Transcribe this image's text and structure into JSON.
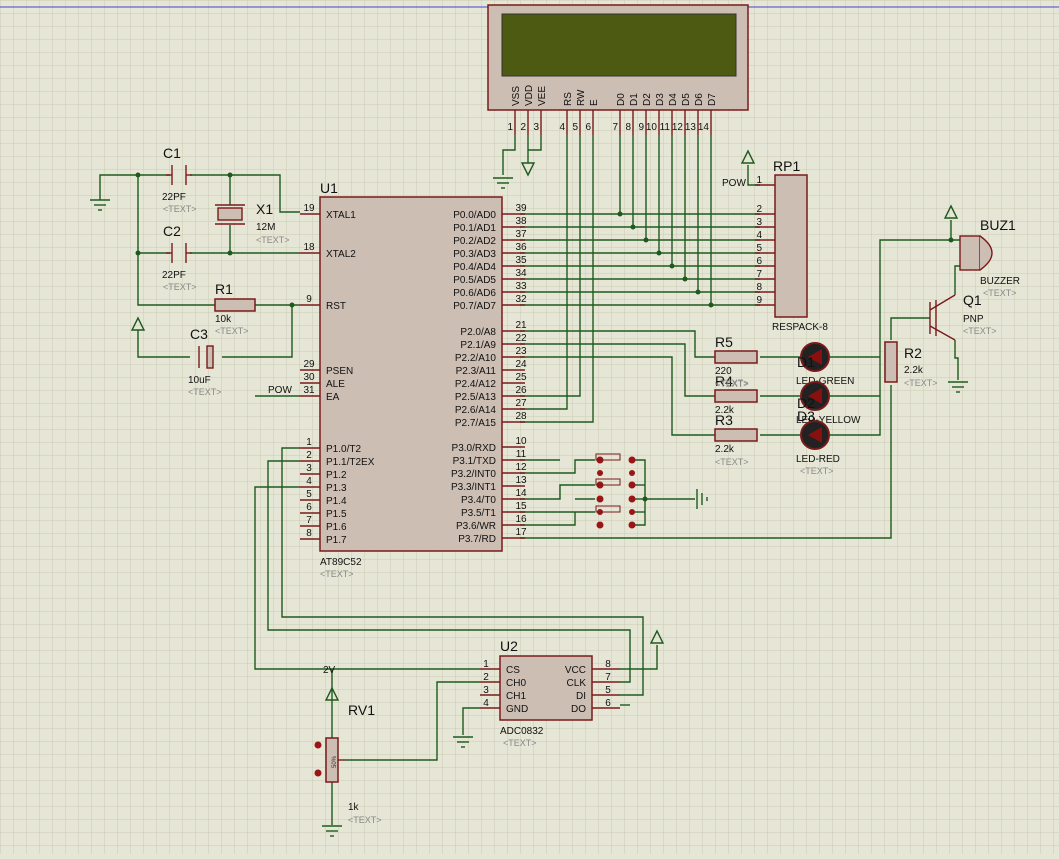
{
  "placeholder": "<TEXT>",
  "lcd": {
    "pins": [
      "VSS",
      "VDD",
      "VEE",
      "RS",
      "RW",
      "E",
      "D0",
      "D1",
      "D2",
      "D3",
      "D4",
      "D5",
      "D6",
      "D7"
    ],
    "pin_numbers": [
      "1",
      "2",
      "3",
      "4",
      "5",
      "6",
      "7",
      "8",
      "9",
      "10",
      "11",
      "12",
      "13",
      "14"
    ]
  },
  "c1": {
    "ref": "C1",
    "value": "22PF"
  },
  "c2": {
    "ref": "C2",
    "value": "22PF"
  },
  "c3": {
    "ref": "C3",
    "value": "10uF"
  },
  "x1": {
    "ref": "X1",
    "value": "12M"
  },
  "r1": {
    "ref": "R1",
    "value": "10k"
  },
  "u1": {
    "ref": "U1",
    "part": "AT89C52",
    "left_pins": [
      {
        "num": "19",
        "name": "XTAL1"
      },
      {
        "num": "18",
        "name": "XTAL2"
      },
      {
        "num": "9",
        "name": "RST"
      },
      {
        "num": "29",
        "name": "PSEN"
      },
      {
        "num": "30",
        "name": "ALE"
      },
      {
        "num": "31",
        "name": "EA"
      },
      {
        "num": "1",
        "name": "P1.0/T2"
      },
      {
        "num": "2",
        "name": "P1.1/T2EX"
      },
      {
        "num": "3",
        "name": "P1.2"
      },
      {
        "num": "4",
        "name": "P1.3"
      },
      {
        "num": "5",
        "name": "P1.4"
      },
      {
        "num": "6",
        "name": "P1.5"
      },
      {
        "num": "7",
        "name": "P1.6"
      },
      {
        "num": "8",
        "name": "P1.7"
      }
    ],
    "right_pins": [
      {
        "num": "39",
        "name": "P0.0/AD0"
      },
      {
        "num": "38",
        "name": "P0.1/AD1"
      },
      {
        "num": "37",
        "name": "P0.2/AD2"
      },
      {
        "num": "36",
        "name": "P0.3/AD3"
      },
      {
        "num": "35",
        "name": "P0.4/AD4"
      },
      {
        "num": "34",
        "name": "P0.5/AD5"
      },
      {
        "num": "33",
        "name": "P0.6/AD6"
      },
      {
        "num": "32",
        "name": "P0.7/AD7"
      },
      {
        "num": "21",
        "name": "P2.0/A8"
      },
      {
        "num": "22",
        "name": "P2.1/A9"
      },
      {
        "num": "23",
        "name": "P2.2/A10"
      },
      {
        "num": "24",
        "name": "P2.3/A11"
      },
      {
        "num": "25",
        "name": "P2.4/A12"
      },
      {
        "num": "26",
        "name": "P2.5/A13"
      },
      {
        "num": "27",
        "name": "P2.6/A14"
      },
      {
        "num": "28",
        "name": "P2.7/A15"
      },
      {
        "num": "10",
        "name": "P3.0/RXD"
      },
      {
        "num": "11",
        "name": "P3.1/TXD"
      },
      {
        "num": "12",
        "name": "P3.2/INT0"
      },
      {
        "num": "13",
        "name": "P3.3/INT1"
      },
      {
        "num": "14",
        "name": "P3.4/T0"
      },
      {
        "num": "15",
        "name": "P3.5/T1"
      },
      {
        "num": "16",
        "name": "P3.6/WR"
      },
      {
        "num": "17",
        "name": "P3.7/RD"
      }
    ]
  },
  "pow_label": "POW",
  "rp1": {
    "ref": "RP1",
    "part": "RESPACK-8",
    "pins": [
      "1",
      "2",
      "3",
      "4",
      "5",
      "6",
      "7",
      "8",
      "9"
    ]
  },
  "buz1": {
    "ref": "BUZ1",
    "part": "BUZZER"
  },
  "q1": {
    "ref": "Q1",
    "part": "PNP"
  },
  "r2": {
    "ref": "R2",
    "value": "2.2k"
  },
  "r5": {
    "ref": "R5",
    "value": "220"
  },
  "r4": {
    "ref": "R4",
    "value": "2.2k"
  },
  "r3": {
    "ref": "R3",
    "value": "2.2k"
  },
  "d1": {
    "ref": "D1",
    "part": "LED-GREEN"
  },
  "d2": {
    "ref": "D2",
    "part": "LED-YELLOW"
  },
  "d3": {
    "ref": "D3",
    "part": "LED-RED"
  },
  "u2": {
    "ref": "U2",
    "part": "ADC0832",
    "left_pins": [
      {
        "num": "1",
        "name": "CS"
      },
      {
        "num": "2",
        "name": "CH0"
      },
      {
        "num": "3",
        "name": "CH1"
      },
      {
        "num": "4",
        "name": "GND"
      }
    ],
    "right_pins": [
      {
        "num": "8",
        "name": "VCC"
      },
      {
        "num": "7",
        "name": "CLK"
      },
      {
        "num": "5",
        "name": "DI"
      },
      {
        "num": "6",
        "name": "DO"
      }
    ]
  },
  "rv1": {
    "ref": "RV1",
    "value": "1k",
    "marking": "50%"
  },
  "net_2v": "2V"
}
